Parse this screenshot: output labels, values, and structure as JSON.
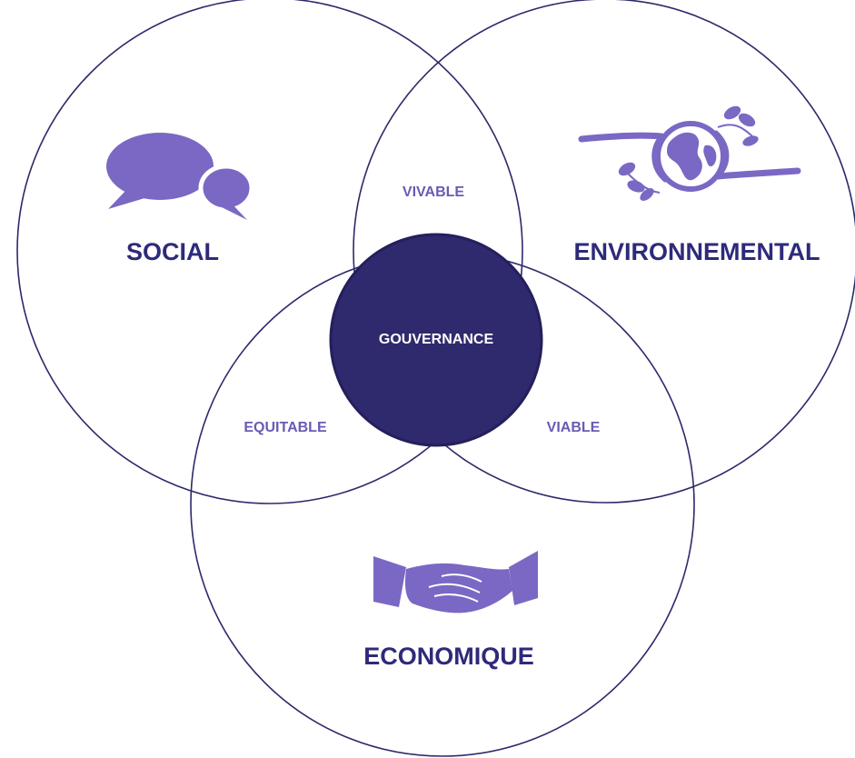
{
  "pillars": {
    "social": "SOCIAL",
    "environmental": "ENVIRONNEMENTAL",
    "economic": "ECONOMIQUE"
  },
  "intersections": {
    "social_environmental": "VIVABLE",
    "social_economic": "EQUITABLE",
    "environmental_economic": "VIABLE"
  },
  "center": "GOUVERNANCE",
  "icons": {
    "social": "speech-bubbles-icon",
    "environmental": "globe-in-hands-icon",
    "economic": "handshake-icon"
  },
  "colors": {
    "ring_stroke": "#2c2a6b",
    "center_fill": "#2f2a6e",
    "pillar_label": "#2e2a7a",
    "intersection_label": "#6a5bb4",
    "icon": "#7a68c4"
  }
}
